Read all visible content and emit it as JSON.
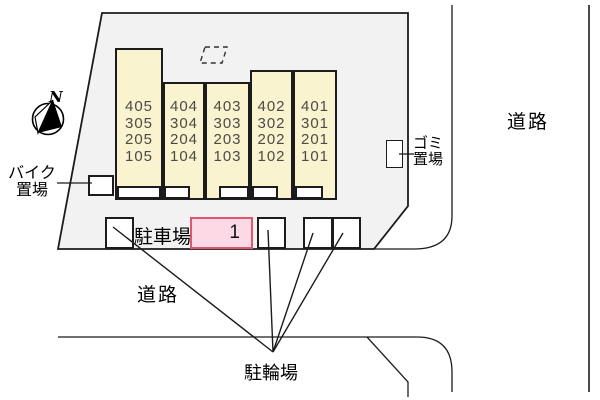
{
  "diagram": {
    "type": "property-site-plan",
    "compass_north": "N"
  },
  "buildings": [
    {
      "units": [
        "405",
        "305",
        "205",
        "105"
      ]
    },
    {
      "units": [
        "404",
        "304",
        "204",
        "104"
      ]
    },
    {
      "units": [
        "403",
        "303",
        "203",
        "103"
      ]
    },
    {
      "units": [
        "402",
        "302",
        "202",
        "102"
      ]
    },
    {
      "units": [
        "401",
        "301",
        "201",
        "101"
      ]
    }
  ],
  "labels": {
    "bike_storage_line1": "バイク",
    "bike_storage_line2": "置場",
    "garbage_line1": "ゴミ",
    "garbage_line2": "置場",
    "car_parking": "駐車場",
    "bicycle_parking": "駐輪場",
    "road_bottom": "道路",
    "road_right": "道路"
  },
  "highlighted_space": {
    "label": "1"
  },
  "colors": {
    "building_fill": "#faf3cf",
    "plot_fill": "#f2f2f2",
    "unit_text": "#4b4b45",
    "highlight_fill": "#fcd9e4",
    "highlight_border": "#e0566e",
    "line": "#1c1c1c"
  }
}
